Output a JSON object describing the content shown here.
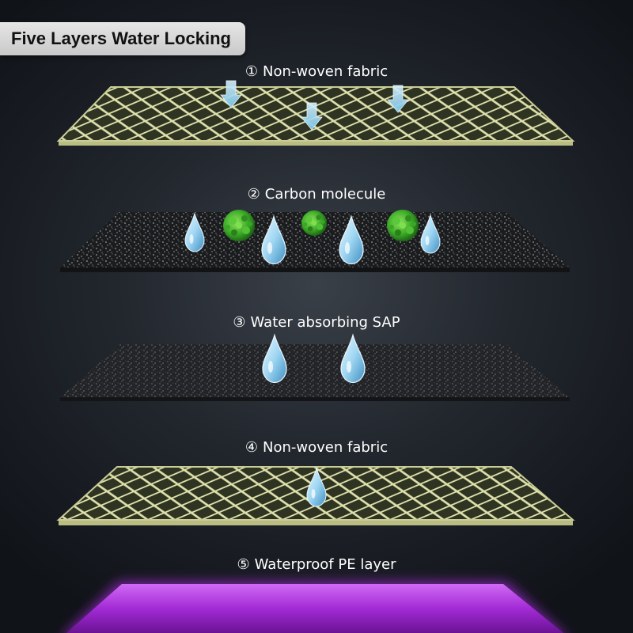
{
  "title": "Five Layers Water Locking",
  "layers": [
    {
      "number": "①",
      "label": "Non-woven fabric"
    },
    {
      "number": "②",
      "label": "Carbon molecule"
    },
    {
      "number": "③",
      "label": "Water absorbing SAP"
    },
    {
      "number": "④",
      "label": "Non-woven fabric"
    },
    {
      "number": "⑤",
      "label": "Waterproof PE layer"
    }
  ],
  "icons": [
    "arrow-down-icon",
    "water-drop-icon",
    "carbon-molecule-icon"
  ],
  "colors": {
    "background": "#22272e",
    "fabric": "#d9dca4",
    "fabric_base": "#2f3322",
    "carbon": "#1b1c1e",
    "molecule": "#3fae2a",
    "water_drop": "#9fd6f2",
    "arrow": "#a9dcf3",
    "pe_layer": "#a32bd6",
    "title_badge": "#d8d8d8"
  }
}
